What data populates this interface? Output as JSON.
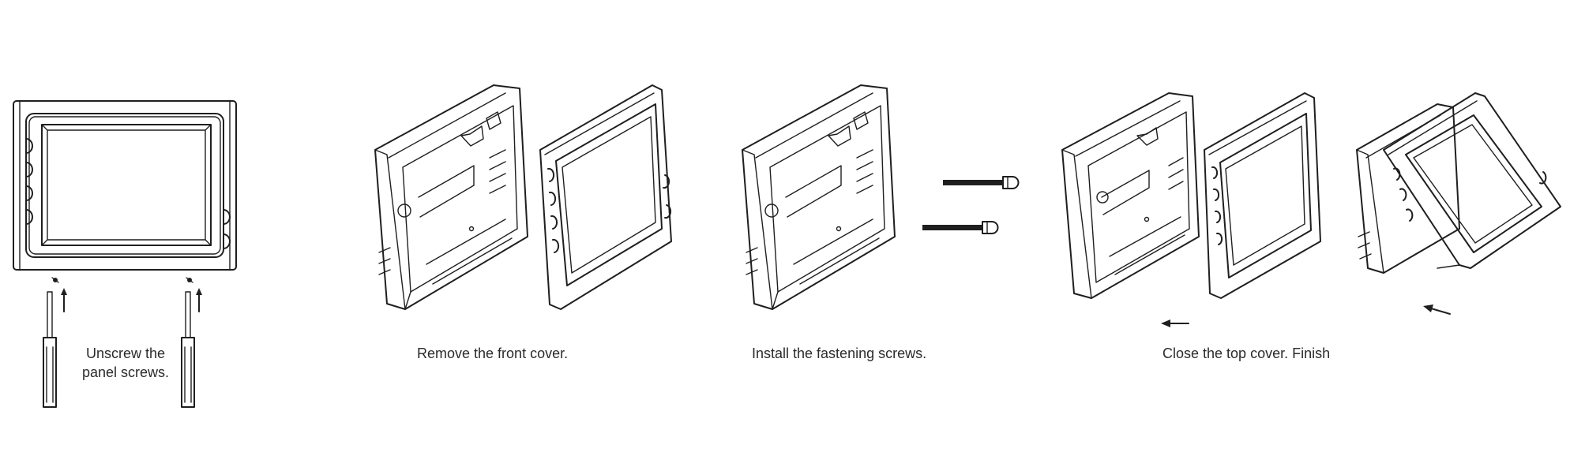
{
  "steps": [
    {
      "caption_line1": "Unscrew the",
      "caption_line2": "panel screws."
    },
    {
      "caption": "Remove the front cover."
    },
    {
      "caption": "Install the fastening screws."
    },
    {
      "caption": "Close the top cover. Finish"
    }
  ],
  "colors": {
    "line": "#1f1f1f",
    "text": "#2b2b2b",
    "background": "#ffffff"
  }
}
